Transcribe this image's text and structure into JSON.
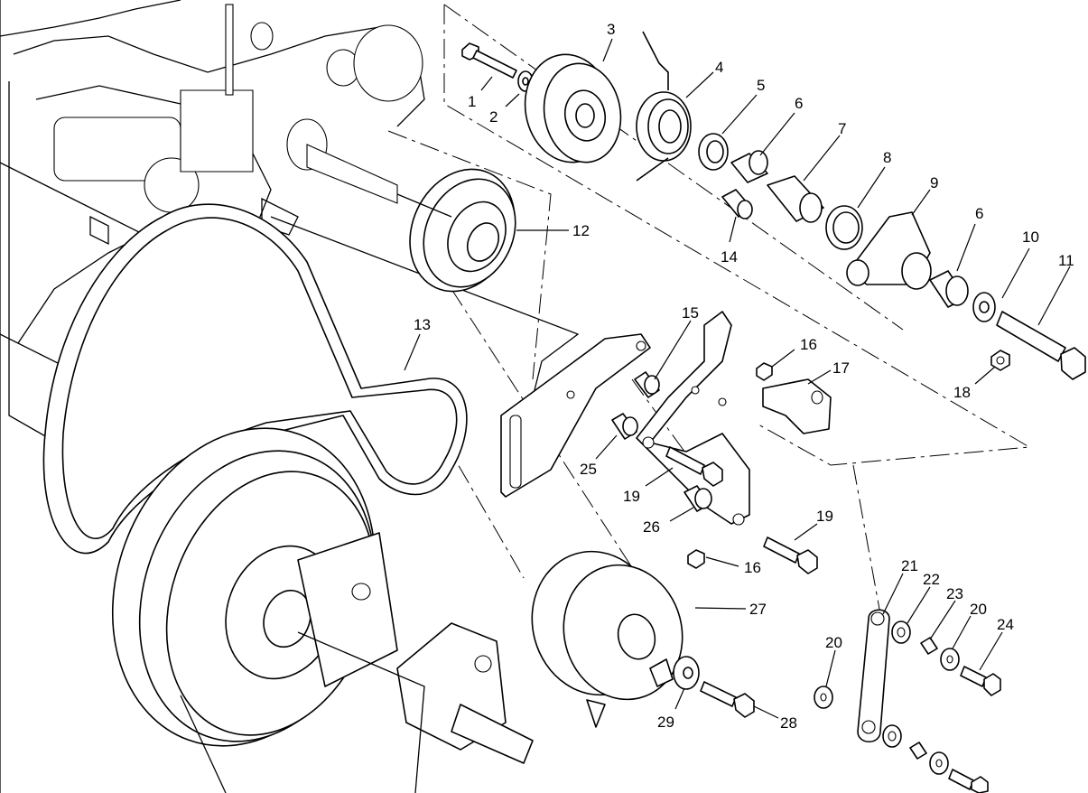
{
  "diagram": {
    "callouts": [
      {
        "id": "c1",
        "label": "1"
      },
      {
        "id": "c2",
        "label": "2"
      },
      {
        "id": "c3",
        "label": "3"
      },
      {
        "id": "c4",
        "label": "4"
      },
      {
        "id": "c5",
        "label": "5"
      },
      {
        "id": "c6a",
        "label": "6"
      },
      {
        "id": "c7",
        "label": "7"
      },
      {
        "id": "c8",
        "label": "8"
      },
      {
        "id": "c9",
        "label": "9"
      },
      {
        "id": "c6b",
        "label": "6"
      },
      {
        "id": "c10",
        "label": "10"
      },
      {
        "id": "c11",
        "label": "11"
      },
      {
        "id": "c12",
        "label": "12"
      },
      {
        "id": "c13",
        "label": "13"
      },
      {
        "id": "c14",
        "label": "14"
      },
      {
        "id": "c15",
        "label": "15"
      },
      {
        "id": "c16a",
        "label": "16"
      },
      {
        "id": "c17",
        "label": "17"
      },
      {
        "id": "c18",
        "label": "18"
      },
      {
        "id": "c19a",
        "label": "19"
      },
      {
        "id": "c25",
        "label": "25"
      },
      {
        "id": "c26",
        "label": "26"
      },
      {
        "id": "c19b",
        "label": "19"
      },
      {
        "id": "c16b",
        "label": "16"
      },
      {
        "id": "c27",
        "label": "27"
      },
      {
        "id": "c21",
        "label": "21"
      },
      {
        "id": "c22",
        "label": "22"
      },
      {
        "id": "c23",
        "label": "23"
      },
      {
        "id": "c20a",
        "label": "20"
      },
      {
        "id": "c24",
        "label": "24"
      },
      {
        "id": "c20b",
        "label": "20"
      },
      {
        "id": "c29",
        "label": "29"
      },
      {
        "id": "c28",
        "label": "28"
      }
    ]
  }
}
